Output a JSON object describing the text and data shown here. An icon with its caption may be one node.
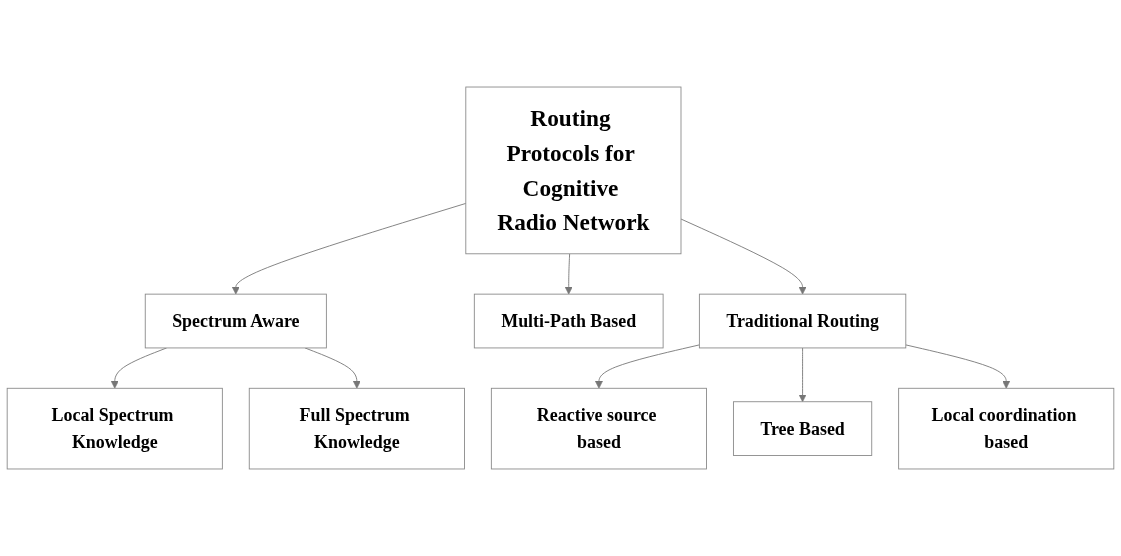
{
  "diagram": {
    "nodes": [
      {
        "text": [
          "Routing Protocols for Cognitive Radio Network"
        ]
      },
      {
        "text": [
          "Spectrum Aware"
        ]
      },
      {
        "text": [
          "Multi-Path Based"
        ]
      },
      {
        "text": [
          "Traditional Routing"
        ]
      },
      {
        "text": [
          "Local Spectrum Knowledge"
        ]
      },
      {
        "text": [
          "Full Spectrum Knowledge"
        ]
      },
      {
        "text": [
          "Reactive source based"
        ]
      },
      {
        "text": [
          "Tree Based"
        ]
      },
      {
        "text": [
          "Local coordination based"
        ]
      }
    ],
    "edges": [
      {
        "from": 0,
        "to": 1,
        "arrow": "to"
      },
      {
        "from": 0,
        "to": 2,
        "arrow": "to"
      },
      {
        "from": 0,
        "to": 3,
        "arrow": "to"
      },
      {
        "from": 1,
        "to": 4,
        "arrow": "to"
      },
      {
        "from": 1,
        "to": 5,
        "arrow": "to"
      },
      {
        "from": 3,
        "to": 6,
        "arrow": "to"
      },
      {
        "from": 3,
        "to": 7,
        "arrow": "to"
      },
      {
        "from": 3,
        "to": 8,
        "arrow": "to"
      }
    ]
  }
}
